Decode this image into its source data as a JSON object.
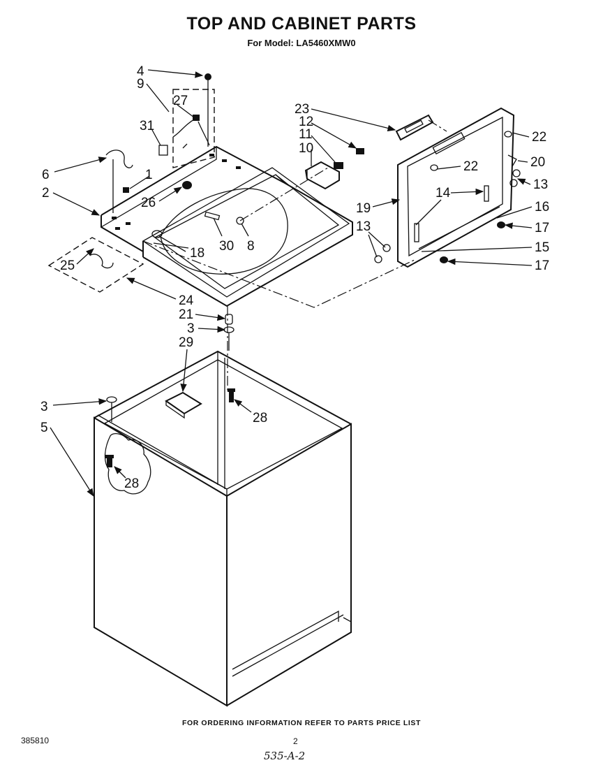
{
  "header": {
    "title": "TOP AND CABINET PARTS",
    "model": "For Model: LA5460XMW0"
  },
  "footer": {
    "ordering_note": "FOR ORDERING INFORMATION REFER TO PARTS PRICE LIST",
    "doc_number": "385810",
    "page_number": "2",
    "handwritten_code": "535-A-2"
  },
  "callouts": [
    {
      "id": "c4",
      "text": "4"
    },
    {
      "id": "c9",
      "text": "9"
    },
    {
      "id": "c27",
      "text": "27"
    },
    {
      "id": "c31",
      "text": "31"
    },
    {
      "id": "c6",
      "text": "6"
    },
    {
      "id": "c1",
      "text": "1"
    },
    {
      "id": "c2",
      "text": "2"
    },
    {
      "id": "c26",
      "text": "26"
    },
    {
      "id": "c23",
      "text": "23"
    },
    {
      "id": "c12",
      "text": "12"
    },
    {
      "id": "c11",
      "text": "11"
    },
    {
      "id": "c10",
      "text": "10"
    },
    {
      "id": "c22a",
      "text": "22"
    },
    {
      "id": "c22b",
      "text": "22"
    },
    {
      "id": "c20",
      "text": "20"
    },
    {
      "id": "c14",
      "text": "14"
    },
    {
      "id": "c13a",
      "text": "13"
    },
    {
      "id": "c19",
      "text": "19"
    },
    {
      "id": "c16",
      "text": "16"
    },
    {
      "id": "c13b",
      "text": "13"
    },
    {
      "id": "c17a",
      "text": "17"
    },
    {
      "id": "c15",
      "text": "15"
    },
    {
      "id": "c17b",
      "text": "17"
    },
    {
      "id": "c30",
      "text": "30"
    },
    {
      "id": "c8",
      "text": "8"
    },
    {
      "id": "c18",
      "text": "18"
    },
    {
      "id": "c25",
      "text": "25"
    },
    {
      "id": "c24",
      "text": "24"
    },
    {
      "id": "c21",
      "text": "21"
    },
    {
      "id": "c3a",
      "text": "3"
    },
    {
      "id": "c29",
      "text": "29"
    },
    {
      "id": "c28a",
      "text": "28"
    },
    {
      "id": "c3b",
      "text": "3"
    },
    {
      "id": "c5",
      "text": "5"
    },
    {
      "id": "c28b",
      "text": "28"
    }
  ]
}
